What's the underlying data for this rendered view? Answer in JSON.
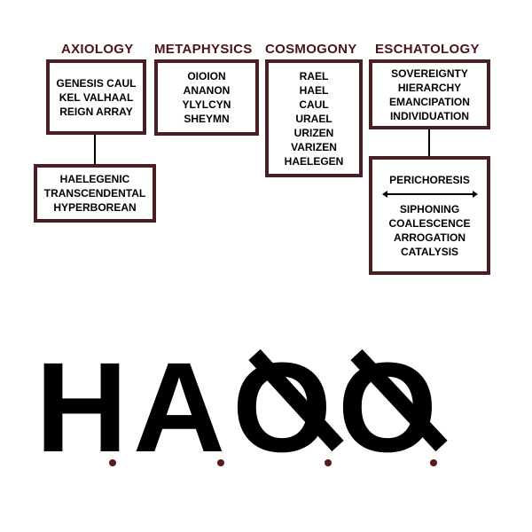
{
  "headings": {
    "axiology": "AXIOLOGY",
    "metaphysics": "METAPHYSICS",
    "cosmogony": "COSMOGONY",
    "eschatology": "ESCHATOLOGY"
  },
  "axiology_box": {
    "lines": [
      "GENESIS CAUL",
      "KEL VALHAAL",
      "REIGN ARRAY"
    ]
  },
  "axiology_sub_box": {
    "lines": [
      "HAELEGENIC",
      "TRANSCENDENTAL",
      "HYPERBOREAN"
    ]
  },
  "metaphysics_box": {
    "lines": [
      "OIOION",
      "ANANON",
      "YLYLCYN",
      "SHEYMN"
    ]
  },
  "cosmogony_box": {
    "lines": [
      "RAEL",
      "HAEL",
      "CAUL",
      "URAEL",
      "URIZEN",
      "VARIZEN",
      "HAELEGEN"
    ]
  },
  "eschatology_box": {
    "lines": [
      "SOVEREIGNTY",
      "HIERARCHY",
      "EMANCIPATION",
      "INDIVIDUATION"
    ]
  },
  "eschatology_sub_box": {
    "top_lines": [
      "PERICHORESIS"
    ],
    "bottom_lines": [
      "SIPHONING",
      "COALESCENCE",
      "ARROGATION",
      "CATALYSIS"
    ]
  },
  "big_word": {
    "letters": [
      "H",
      "A",
      "O",
      "O"
    ]
  },
  "colors": {
    "heading": "#4a1418",
    "box_border": "#4a1f24",
    "dot": "#5a1a1c",
    "text": "#000000"
  }
}
